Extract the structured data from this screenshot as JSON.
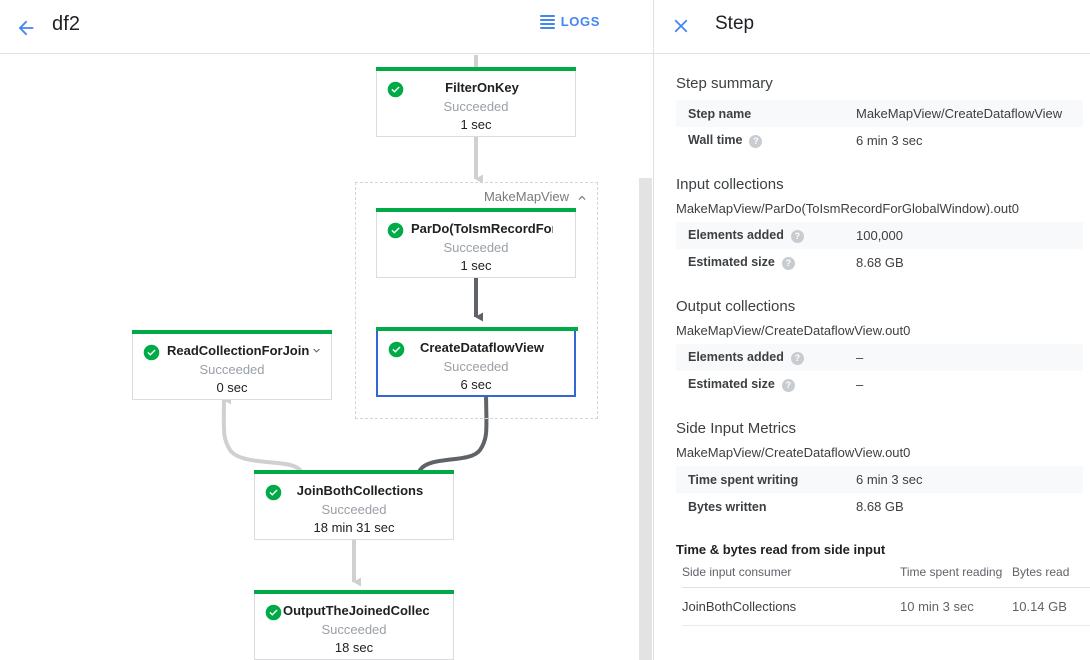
{
  "left": {
    "header": {
      "back_icon": "back-arrow-icon",
      "job_title": "df2",
      "logs_icon": "list-icon",
      "logs_label": "LOGS"
    },
    "group": {
      "label": "MakeMapView",
      "collapse_icon": "chevron-up-icon"
    },
    "nodes": [
      {
        "id": "filteronkey",
        "name": "FilterOnKey",
        "status": "Succeeded",
        "duration": "1 sec",
        "status_icon": "check-circle-icon",
        "selected": false,
        "has_chevron": false
      },
      {
        "id": "pardo",
        "name": "ParDo(ToIsmRecordFor…",
        "status": "Succeeded",
        "duration": "1 sec",
        "status_icon": "check-circle-icon",
        "selected": false,
        "has_chevron": false
      },
      {
        "id": "createdataflowview",
        "name": "CreateDataflowView",
        "status": "Succeeded",
        "duration": "6 sec",
        "status_icon": "check-circle-icon",
        "selected": true,
        "has_chevron": false
      },
      {
        "id": "readcollectionforjoin",
        "name": "ReadCollectionForJoin",
        "status": "Succeeded",
        "duration": "0 sec",
        "status_icon": "check-circle-icon",
        "selected": false,
        "has_chevron": true,
        "chevron_icon": "chevron-down-icon"
      },
      {
        "id": "joinbothcollections",
        "name": "JoinBothCollections",
        "status": "Succeeded",
        "duration": "18 min 31 sec",
        "status_icon": "check-circle-icon",
        "selected": false,
        "has_chevron": false
      },
      {
        "id": "outputthejoinedcollec",
        "name": "OutputTheJoinedCollec…",
        "status": "Succeeded",
        "duration": "18 sec",
        "status_icon": "check-circle-icon",
        "selected": false,
        "has_chevron": false
      }
    ],
    "colors": {
      "status_green": "#00ab47",
      "selected_blue": "#3367d6",
      "edge_light": "#d0d0d0",
      "edge_dark": "#5f6368",
      "accent_blue": "#4285f4"
    }
  },
  "right": {
    "header": {
      "close_icon": "close-icon",
      "title": "Step"
    },
    "step_summary": {
      "title": "Step summary",
      "rows": [
        {
          "key": "Step name",
          "value": "MakeMapView/CreateDataflowView",
          "help": false
        },
        {
          "key": "Wall time",
          "value": "6 min 3 sec",
          "help": true
        }
      ]
    },
    "input_collections": {
      "title": "Input collections",
      "collection": "MakeMapView/ParDo(ToIsmRecordForGlobalWindow).out0",
      "rows": [
        {
          "key": "Elements added",
          "value": "100,000",
          "help": true
        },
        {
          "key": "Estimated size",
          "value": "8.68 GB",
          "help": true
        }
      ]
    },
    "output_collections": {
      "title": "Output collections",
      "collection": "MakeMapView/CreateDataflowView.out0",
      "rows": [
        {
          "key": "Elements added",
          "value": "–",
          "help": true
        },
        {
          "key": "Estimated size",
          "value": "–",
          "help": true
        }
      ]
    },
    "side_input_metrics": {
      "title": "Side Input Metrics",
      "collection": "MakeMapView/CreateDataflowView.out0",
      "rows": [
        {
          "key": "Time spent writing",
          "value": "6 min 3 sec",
          "help": false
        },
        {
          "key": "Bytes written",
          "value": "8.68 GB",
          "help": false
        }
      ],
      "table_title": "Time & bytes read from side input",
      "columns": [
        "Side input consumer",
        "Time spent reading",
        "Bytes read"
      ],
      "table_rows": [
        {
          "consumer": "JoinBothCollections",
          "time_spent_reading": "10 min 3 sec",
          "bytes_read": "10.14 GB"
        }
      ]
    }
  }
}
